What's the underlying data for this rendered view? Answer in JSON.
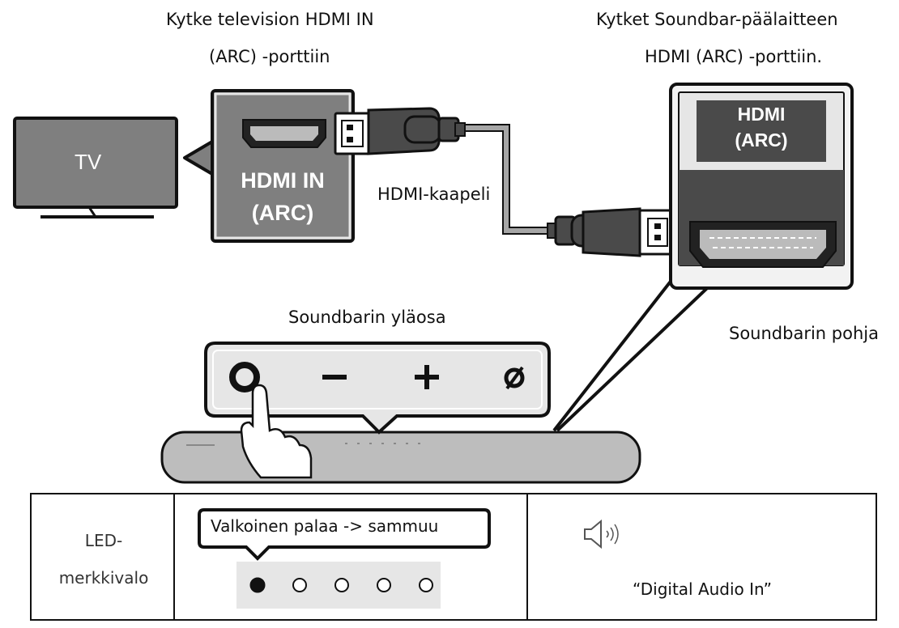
{
  "captions": {
    "tv_instruction_line1": "Kytke television HDMI IN",
    "tv_instruction_line2": "(ARC) -porttiin",
    "soundbar_instruction_line1": "Kytket Soundbar-päälaitteen",
    "soundbar_instruction_line2": "HDMI (ARC) -porttiin.",
    "cable_label": "HDMI-kaapeli",
    "soundbar_top": "Soundbarin yläosa",
    "soundbar_bottom": "Soundbarin pohja"
  },
  "tv": {
    "label": "TV"
  },
  "tv_port_panel": {
    "line1": "HDMI IN",
    "line2": "(ARC)"
  },
  "soundbar_port_panel": {
    "line1": "HDMI",
    "line2": "(ARC)"
  },
  "soundbar_buttons": {
    "power": "power-button-icon",
    "minus": "−",
    "plus": "+",
    "mute": "ø"
  },
  "status_table": {
    "led_label_line1": "LED-",
    "led_label_line2": "merkkivalo",
    "led_callout": "Valkoinen palaa -> sammuu",
    "leds": [
      "on",
      "off",
      "off",
      "off",
      "off"
    ],
    "display_text": "“Digital Audio In”"
  },
  "colors": {
    "panel_gray": "#7f7f7f",
    "dark_port": "#4a4a4a",
    "cable_gray": "#a6a6a6",
    "outline": "#111111",
    "light_bg": "#e6e6e6"
  }
}
